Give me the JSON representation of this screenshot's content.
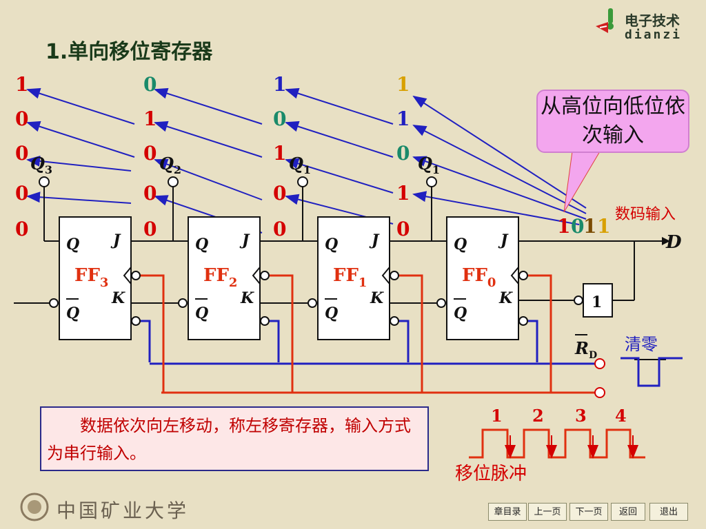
{
  "title": "1.单向移位寄存器",
  "logo": {
    "line1": "电子技术",
    "line2": "dianzi"
  },
  "callout": "从高位向低位依次输入",
  "columns": [
    [
      "1",
      "0",
      "0",
      "0",
      "0"
    ],
    [
      "0",
      "1",
      "0",
      "0",
      "0"
    ],
    [
      "1",
      "0",
      "1",
      "0",
      "0"
    ],
    [
      "1",
      "1",
      "0",
      "1",
      "0"
    ]
  ],
  "q_labels": [
    "Q3",
    "Q2",
    "Q1",
    "Q1"
  ],
  "flipflops": [
    {
      "name": "FF",
      "sub": "3"
    },
    {
      "name": "FF",
      "sub": "2"
    },
    {
      "name": "FF",
      "sub": "1"
    },
    {
      "name": "FF",
      "sub": "0"
    }
  ],
  "pins": {
    "q": "Q",
    "qbar": "Q",
    "j": "J",
    "k": "K"
  },
  "input_code": "1011",
  "input_label": "数码输入",
  "d_label": "D",
  "not_gate": "1",
  "rd_label": "R",
  "rd_sub": "D",
  "clear_label": "清零",
  "pulse_numbers": [
    "1",
    "2",
    "3",
    "4"
  ],
  "pulse_label": "移位脉冲",
  "note": "数据依次向左移动，称左移寄存器，输入方式为串行输入。",
  "school": "中国矿业大学",
  "nav": [
    "章目录",
    "上一页",
    "下一页",
    "返回",
    "退出"
  ],
  "colors": {
    "red": "#d40000",
    "blue": "#2020c0",
    "orange_red": "#e03010",
    "green": "#1a8a6a",
    "gold": "#d8a000"
  }
}
